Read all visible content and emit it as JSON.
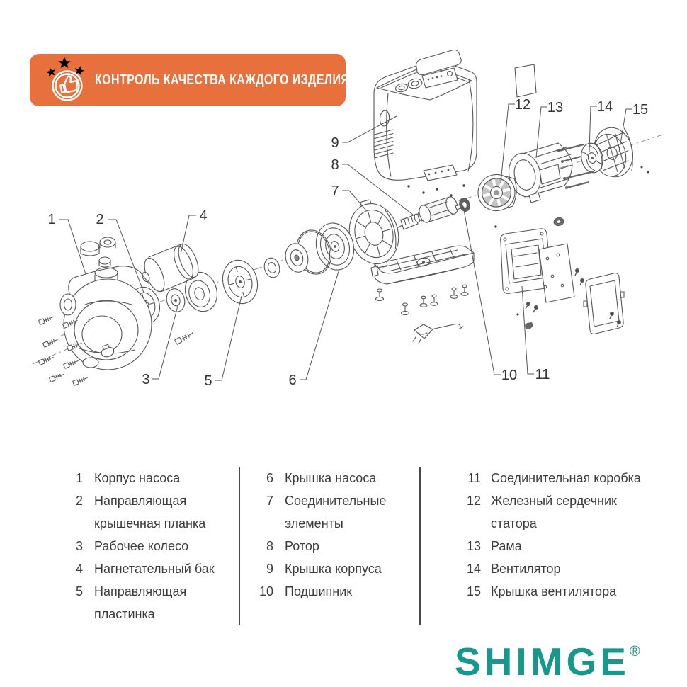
{
  "badge": {
    "text": "КОНТРОЛЬ КАЧЕСТВА КАЖДОГО ИЗДЕЛИЯ",
    "bg_color": "#e7703c",
    "icon": "thumbs-up-quality-icon"
  },
  "diagram": {
    "type": "exploded-view",
    "callouts": [
      {
        "n": "1"
      },
      {
        "n": "2"
      },
      {
        "n": "3"
      },
      {
        "n": "4"
      },
      {
        "n": "5"
      },
      {
        "n": "6"
      },
      {
        "n": "7"
      },
      {
        "n": "8"
      },
      {
        "n": "9"
      },
      {
        "n": "10"
      },
      {
        "n": "11"
      },
      {
        "n": "12"
      },
      {
        "n": "13"
      },
      {
        "n": "14"
      },
      {
        "n": "15"
      }
    ]
  },
  "legend": {
    "columns": [
      {
        "items": [
          {
            "n": "1",
            "label": "Корпус насоса"
          },
          {
            "n": "2",
            "label": "Направляющая крышечная планка"
          },
          {
            "n": "3",
            "label": "Рабочее колесо"
          },
          {
            "n": "4",
            "label": "Нагнетательный бак"
          },
          {
            "n": "5",
            "label": "Направляющая пластинка"
          }
        ]
      },
      {
        "items": [
          {
            "n": "6",
            "label": "Крышка насоса"
          },
          {
            "n": "7",
            "label": "Соединительные элементы"
          },
          {
            "n": "8",
            "label": "Ротор"
          },
          {
            "n": "9",
            "label": "Крышка корпуса"
          },
          {
            "n": "10",
            "label": "Подшипник"
          }
        ]
      },
      {
        "items": [
          {
            "n": "11",
            "label": "Соединительная коробка"
          },
          {
            "n": "12",
            "label": "Железный сердечник статора"
          },
          {
            "n": "13",
            "label": "Рама"
          },
          {
            "n": "14",
            "label": "Вентилятор"
          },
          {
            "n": "15",
            "label": "Крышка вентилятора"
          }
        ]
      }
    ]
  },
  "logo": {
    "text": "SHIMGE",
    "registered_mark": "®",
    "color": "#17988c"
  }
}
